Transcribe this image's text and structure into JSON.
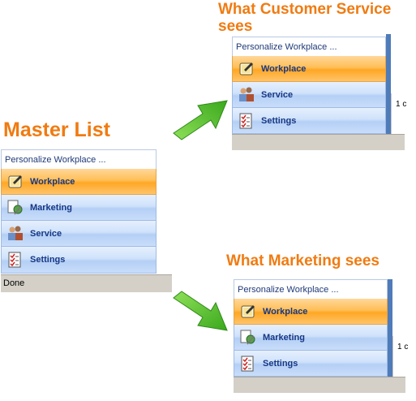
{
  "headings": {
    "customer_service_line1": "What Customer Service",
    "customer_service_line2": "sees",
    "master_list": "Master List",
    "marketing": "What Marketing sees"
  },
  "master_panel": {
    "personalize_label": "Personalize Workplace ...",
    "items": [
      {
        "label": "Workplace",
        "icon": "workplace-icon",
        "active": true
      },
      {
        "label": "Marketing",
        "icon": "marketing-icon",
        "active": false
      },
      {
        "label": "Service",
        "icon": "service-icon",
        "active": false
      },
      {
        "label": "Settings",
        "icon": "settings-icon",
        "active": false
      }
    ],
    "status_text": "Done"
  },
  "customer_service_panel": {
    "personalize_label": "Personalize Workplace ...",
    "items": [
      {
        "label": "Workplace",
        "icon": "workplace-icon",
        "active": true
      },
      {
        "label": "Service",
        "icon": "service-icon",
        "active": false
      },
      {
        "label": "Settings",
        "icon": "settings-icon",
        "active": false
      }
    ],
    "fragment_text": "1 c"
  },
  "marketing_panel": {
    "personalize_label": "Personalize Workplace ...",
    "items": [
      {
        "label": "Workplace",
        "icon": "workplace-icon",
        "active": true
      },
      {
        "label": "Marketing",
        "icon": "marketing-icon",
        "active": false
      },
      {
        "label": "Settings",
        "icon": "settings-icon",
        "active": false
      }
    ],
    "fragment_text": "1 c"
  },
  "colors": {
    "heading_orange": "#f07b12",
    "active_orange": "#ffa724",
    "nav_blue": "#c9ddfa",
    "arrow_green": "#5cc22a"
  }
}
